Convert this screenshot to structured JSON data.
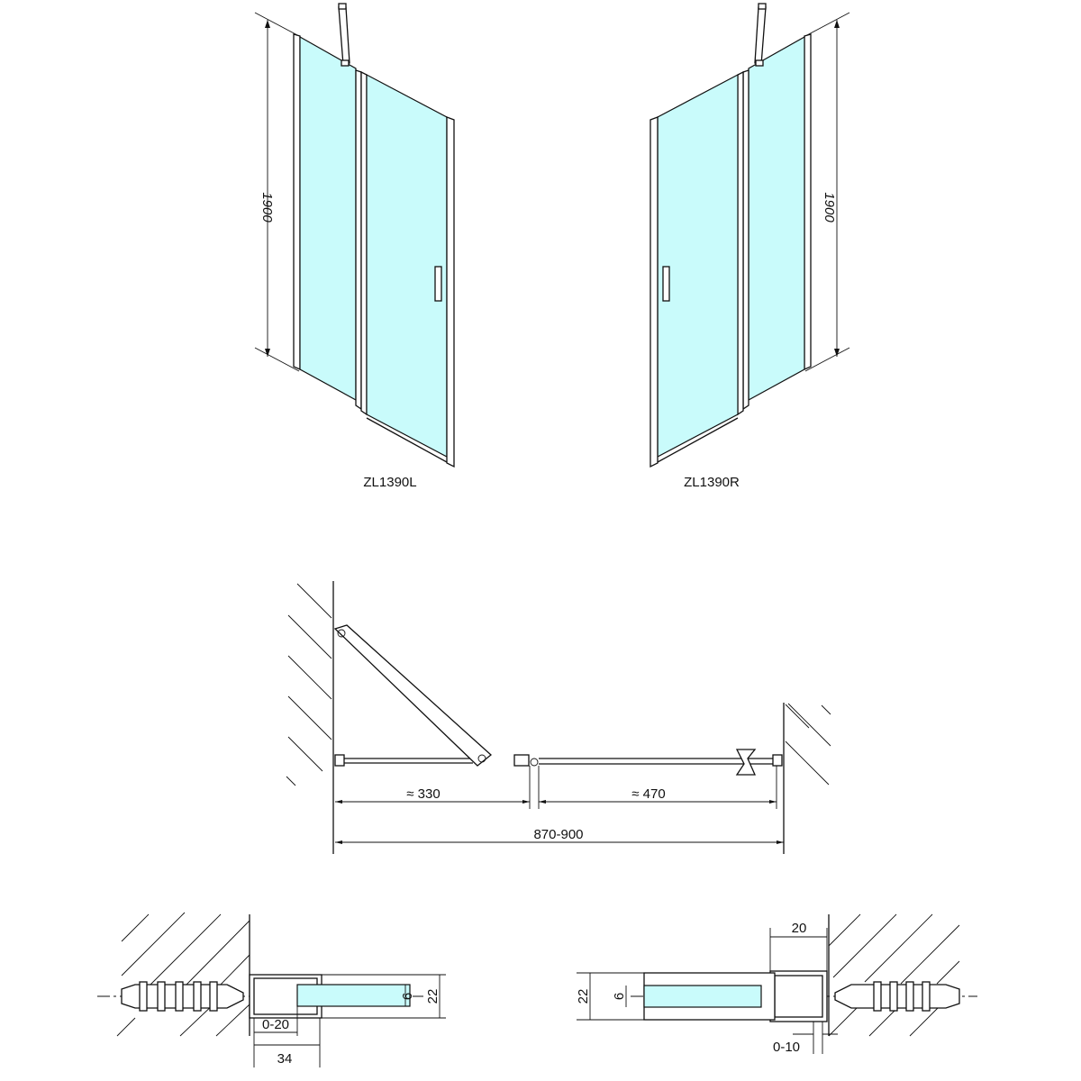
{
  "colors": {
    "glass": "#c9fbfb",
    "line": "#111111"
  },
  "elevations": {
    "left": {
      "model": "ZL1390L",
      "height": "1900"
    },
    "right": {
      "model": "ZL1390R",
      "height": "1900"
    }
  },
  "plan": {
    "dim_fixed": "≈ 330",
    "dim_door": "≈ 470",
    "dim_total": "870-900"
  },
  "detail_left": {
    "glass": "6",
    "profile_depth": "22",
    "adjust": "0-20",
    "width": "34"
  },
  "detail_right": {
    "glass": "6",
    "profile_depth": "22",
    "adjust": "0-10",
    "width": "20"
  }
}
